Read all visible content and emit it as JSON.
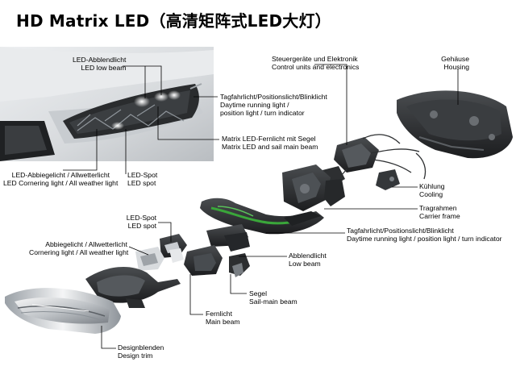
{
  "title": "HD Matrix LED（高清矩阵式LED大灯）",
  "colors": {
    "accent_green": "#3aa63a",
    "dark_part": "#2b2b2b",
    "leader": "#000000"
  },
  "labels": {
    "led_low_beam": {
      "de": "LED-Abblendlicht",
      "en": "LED low beam"
    },
    "drl_top": {
      "de": "Tagfahrlicht/Positionslicht/Blinklicht",
      "en1": "Daytime running light /",
      "en2": "position light / turn indicator"
    },
    "matrix_sail": {
      "de": "Matrix LED-Fernlicht mit Segel",
      "en": "Matrix LED and sail main beam"
    },
    "cornering_top": {
      "de": "LED-Abbiegelicht / Allwetterlicht",
      "en": "LED Cornering light / All weather light"
    },
    "led_spot_top": {
      "de": "LED-Spot",
      "en": "LED spot"
    },
    "control_units": {
      "de": "Steuergeräte und Elektronik",
      "en": "Control units and electronics"
    },
    "housing": {
      "de": "Gehäuse",
      "en": "Housing"
    },
    "cooling": {
      "de": "Kühlung",
      "en": "Cooling"
    },
    "carrier": {
      "de": "Tragrahmen",
      "en": "Carrier frame"
    },
    "drl_mid": {
      "de": "Tagfahrlicht/Positionslicht/Blinklicht",
      "en": "Daytime running light / position light / turn indicator"
    },
    "led_spot_mid": {
      "de": "LED-Spot",
      "en": "LED spot"
    },
    "cornering_mid": {
      "de": "Abbiegelicht / Allwetterlicht",
      "en": "Cornering light / All weather light"
    },
    "low_beam": {
      "de": "Abblendlicht",
      "en": "Low beam"
    },
    "sail": {
      "de": "Segel",
      "en": "Sail-main beam"
    },
    "main_beam": {
      "de": "Fernlicht",
      "en": "Main beam"
    },
    "design_trim": {
      "de": "Designblenden",
      "en": "Design trim"
    }
  }
}
